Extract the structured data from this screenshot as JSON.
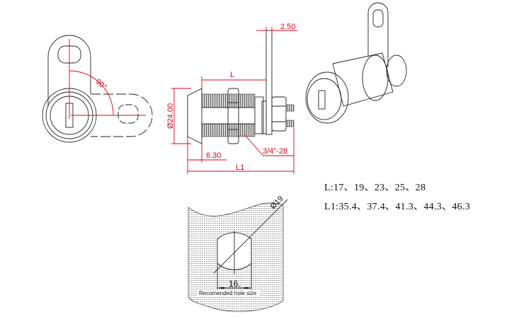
{
  "front_view": {
    "angle_label": "90°"
  },
  "side_view": {
    "cam_thickness": "2.50",
    "length_label": "L",
    "diameter_label": "Ø24.00",
    "face_depth": "6.30",
    "thread_label": "3/4\"-28",
    "overall_label": "L1"
  },
  "hole_view": {
    "diameter_label": "Ø19",
    "width_label": "16.",
    "caption": "Recomended hole size"
  },
  "specs": {
    "L": "L:17、19、23、25、28",
    "L1": "L1:35.4、37.4、41.3、44.3、46.3"
  }
}
